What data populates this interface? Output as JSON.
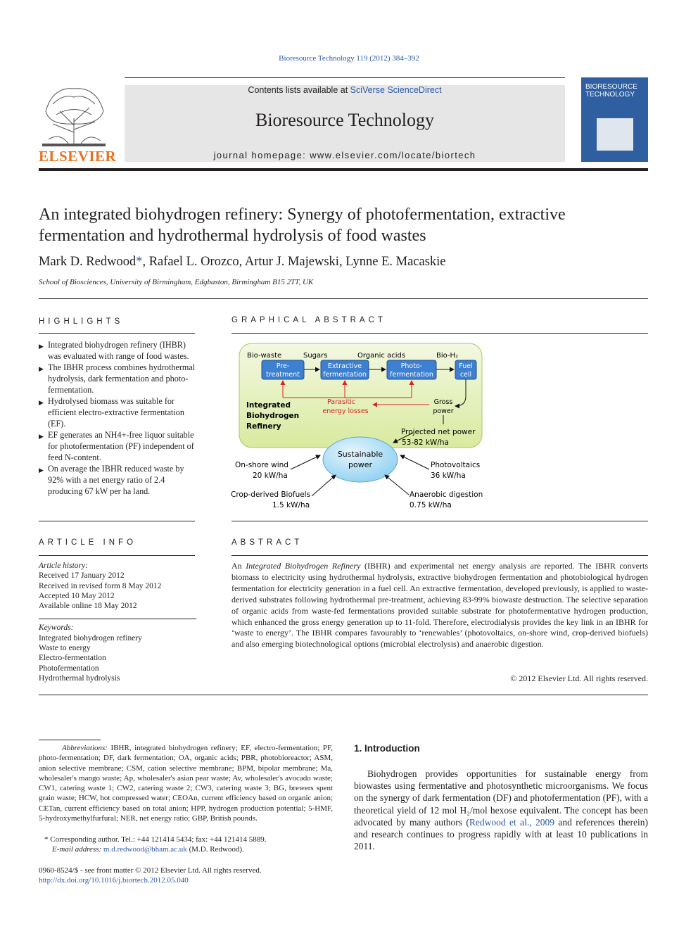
{
  "header": {
    "citation": "Bioresource Technology 119 (2012) 384–392",
    "contents_prefix": "Contents lists available at ",
    "contents_link": "SciVerse ScienceDirect",
    "journal_title": "Bioresource Technology",
    "homepage": "journal homepage: www.elsevier.com/locate/biortech",
    "publisher_logo": "ELSEVIER",
    "cover_title": "BIORESOURCE TECHNOLOGY"
  },
  "article": {
    "title": "An integrated biohydrogen refinery: Synergy of photofermentation, extractive fermentation and hydrothermal hydrolysis of food wastes",
    "authors": "Mark D. Redwood",
    "authors_rest": ", Rafael L. Orozco, Artur J. Majewski, Lynne E. Macaskie",
    "corr_mark": "*",
    "affiliation": "School of Biosciences, University of Birmingham, Edgbaston, Birmingham B15 2TT, UK"
  },
  "highlights": {
    "heading": "HIGHLIGHTS",
    "items": [
      "Integrated biohydrogen refinery (IHBR) was evaluated with range of food wastes.",
      "The IBHR process combines hydrothermal hydrolysis, dark fermentation and photo-fermentation.",
      "Hydrolysed biomass was suitable for efficient electro-extractive fermentation (EF).",
      "EF generates an NH4+-free liquor suitable for photofermentation (PF) independent of feed N-content.",
      "On average the IBHR reduced waste by 92% with a net energy ratio of 2.4 producing 67 kW per ha land."
    ]
  },
  "graphical_abstract": {
    "heading": "GRAPHICAL ABSTRACT",
    "labels": {
      "bio_waste": "Bio-waste",
      "sugars": "Sugars",
      "organic_acids": "Organic acids",
      "bio_h2": "Bio-H₂",
      "pretreatment_1": "Pre-",
      "pretreatment_2": "treatment",
      "extractive_1": "Extractive",
      "extractive_2": "fermentation",
      "photo_1": "Photo-",
      "photo_2": "fermentation",
      "fuel_1": "Fuel",
      "fuel_2": "cell",
      "parasitic_1": "Parasitic",
      "parasitic_2": "energy losses",
      "gross_1": "Gross",
      "gross_2": "power",
      "ibr_1": "Integrated",
      "ibr_2": "Biohydrogen",
      "ibr_3": "Refinery",
      "net_1": "Projected net power",
      "net_2": "53-82 kW/ha",
      "sustainable_1": "Sustainable",
      "sustainable_2": "power",
      "wind_1": "On-shore wind",
      "wind_2": "20 kW/ha",
      "pv_1": "Photovoltaics",
      "pv_2": "36 kW/ha",
      "biofuel_1": "Crop-derived Biofuels",
      "biofuel_2": "1.5 kW/ha",
      "ad_1": "Anaerobic digestion",
      "ad_2": "0.75 kW/ha"
    }
  },
  "article_info": {
    "heading": "ARTICLE INFO",
    "history_label": "Article history:",
    "history": [
      "Received 17 January 2012",
      "Received in revised form 8 May 2012",
      "Accepted 10 May 2012",
      "Available online 18 May 2012"
    ],
    "keywords_label": "Keywords:",
    "keywords": [
      "Integrated biohydrogen refinery",
      "Waste to energy",
      "Electro-fermentation",
      "Photofermentation",
      "Hydrothermal hydrolysis"
    ]
  },
  "abstract": {
    "heading": "ABSTRACT",
    "lead": "An ",
    "term": "Integrated Biohydrogen Refinery",
    "text": " (IBHR) and experimental net energy analysis are reported. The IBHR converts biomass to electricity using hydrothermal hydrolysis, extractive biohydrogen fermentation and photobiological hydrogen fermentation for electricity generation in a fuel cell. An extractive fermentation, developed previously, is applied to waste-derived substrates following hydrothermal pre-treatment, achieving 83-99% biowaste destruction. The selective separation of organic acids from waste-fed fermentations provided suitable substrate for photofermentative hydrogen production, which enhanced the gross energy generation up to 11-fold. Therefore, electrodialysis provides the key link in an IBHR for ‘waste to energy’. The IBHR compares favourably to ‘renewables’ (photovoltaics, on-shore wind, crop-derived biofuels) and also emerging biotechnological options (microbial electrolysis) and anaerobic digestion.",
    "copyright": "© 2012 Elsevier Ltd. All rights reserved."
  },
  "footnotes": {
    "abbrev_label": "Abbreviations:",
    "abbrev_text": " IBHR, integrated biohydrogen refinery; EF, electro-fermentation; PF, photo-fermentation; DF, dark fermentation; OA, organic acids; PBR, photobioreactor; ASM, anion selective membrane; CSM, cation selective membrane; BPM, bipolar membrane; Ma, wholesaler's mango waste; Ap, wholesaler's asian pear waste; Av, wholesaler's avocado waste; CW1, catering waste 1; CW2, catering waste 2; CW3, catering waste 3; BG, brewers spent grain waste; HCW, hot compressed water; CEOAn, current efficiency based on organic anion; CETan, current efficiency based on total anion; HPP, hydrogen production potential; 5-HMF, 5-hydroxymethylfurfural; NER, net energy ratio; GBP, British pounds.",
    "corr_text": "*  Corresponding author. Tel.: +44 121414 5434; fax: +44 121414 5889.",
    "email_label": "E-mail address:",
    "email": "m.d.redwood@bham.ac.uk",
    "email_suffix": " (M.D. Redwood).",
    "issn": "0960-8524/$ - see front matter © 2012 Elsevier Ltd. All rights reserved.",
    "doi": "http://dx.doi.org/10.1016/j.biortech.2012.05.040"
  },
  "introduction": {
    "heading": "1. Introduction",
    "text_1": "Biohydrogen provides opportunities for sustainable energy from biowastes using fermentative and photosynthetic microorganisms. We focus on the synergy of dark fermentation (DF) and photofermentation (PF), with a theoretical yield of 12 mol H₂/mol hexose equivalent. The concept has been advocated by many authors (",
    "ref": "Redwood et al., 2009",
    "text_2": " and references therein) and research continues to progress rapidly with at least 10 publications in 2011."
  }
}
